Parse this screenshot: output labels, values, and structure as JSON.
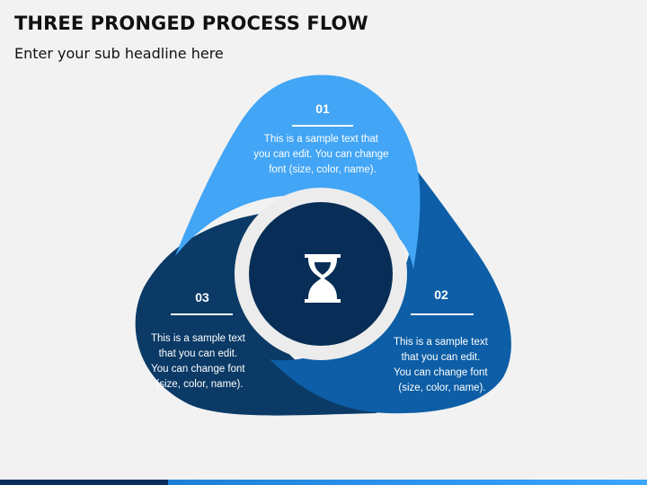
{
  "title": "THREE PRONGED PROCESS FLOW",
  "subtitle": "Enter your sub headline here",
  "center_icon": "hourglass-icon",
  "colors": {
    "step1": "#42a5f5",
    "step2": "#0d5ea6",
    "step3": "#0b3a66",
    "center": "#082e57",
    "ring": "#ececec"
  },
  "steps": [
    {
      "number": "01",
      "lines": [
        "This is a sample text that",
        "you can edit. You can change",
        "font (size, color, name)."
      ]
    },
    {
      "number": "02",
      "lines": [
        "This is a sample text",
        "that you can edit.",
        "You can change font",
        "(size, color, name)."
      ]
    },
    {
      "number": "03",
      "lines": [
        "This is a sample text",
        "that you can edit.",
        "You can change font",
        "(size, color, name)."
      ]
    }
  ]
}
